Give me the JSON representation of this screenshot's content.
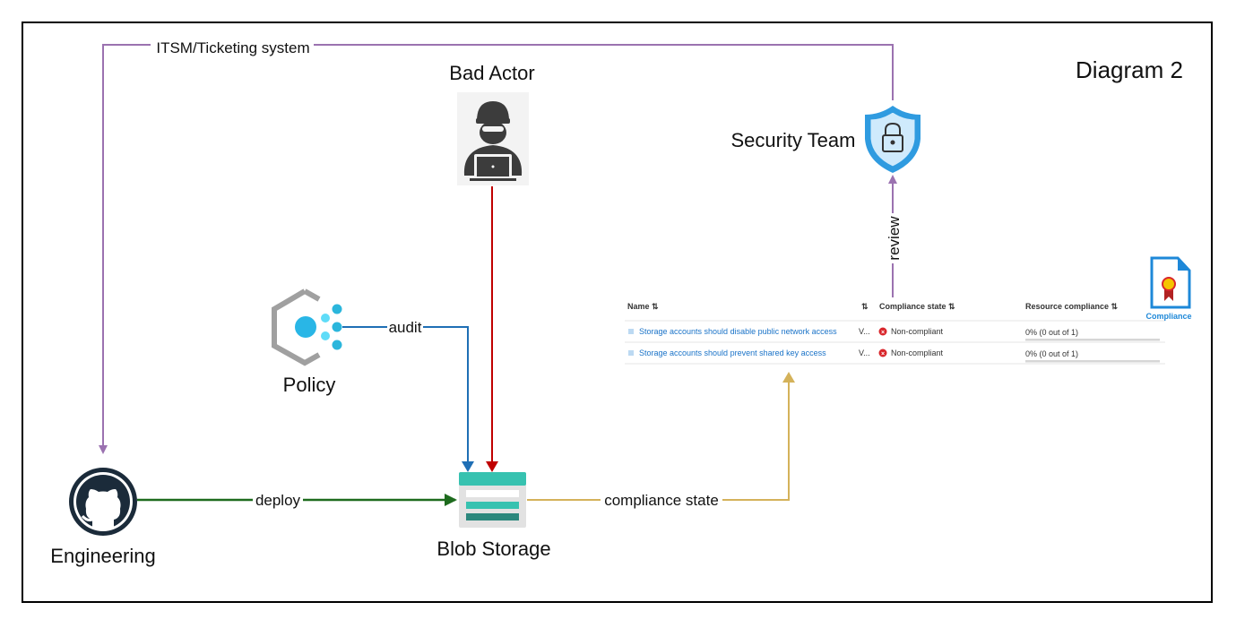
{
  "title": "Diagram 2",
  "nodes": {
    "bad_actor": "Bad Actor",
    "security_team": "Security Team",
    "policy": "Policy",
    "blob_storage": "Blob Storage",
    "engineering": "Engineering",
    "compliance": "Compliance"
  },
  "edges": {
    "itsm": "ITSM/Ticketing system",
    "audit": "audit",
    "deploy": "deploy",
    "compliance_state": "compliance state",
    "review": "review"
  },
  "colors": {
    "itsm": "#9b72b0",
    "audit": "#1f6fb5",
    "attack": "#c00000",
    "deploy": "#1e6b1e",
    "compliance_state": "#d4b25a",
    "review": "#9b72b0"
  },
  "table": {
    "headers": [
      "Name ⇅",
      "⇅",
      "Compliance state ⇅",
      "Resource compliance ⇅"
    ],
    "rows": [
      {
        "name": "Storage accounts should disable public network access",
        "type": "V...",
        "state": "Non-compliant",
        "resource": "0% (0 out of 1)",
        "progress": 0
      },
      {
        "name": "Storage accounts should prevent shared key access",
        "type": "V...",
        "state": "Non-compliant",
        "resource": "0% (0 out of 1)",
        "progress": 0
      }
    ]
  }
}
